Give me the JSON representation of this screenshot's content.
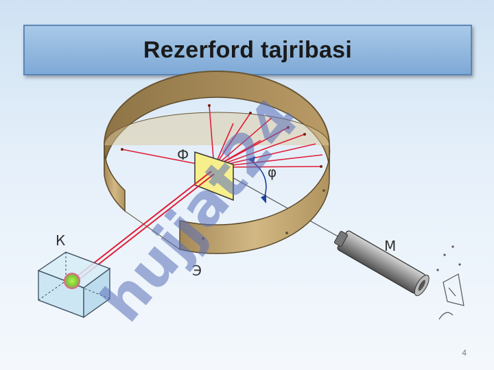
{
  "slide": {
    "title": "Rezerford tajribasi",
    "page_number": "4"
  },
  "diagram": {
    "labels": {
      "source": "К",
      "foil": "Ф",
      "angle": "φ",
      "microscope": "М",
      "screen": "Э"
    },
    "watermark_text": "hujjat24",
    "colors": {
      "ring": "#c9ad78",
      "ray": "#e01e37",
      "foil": "#f6ef8c",
      "microscope": "#8a8a8a",
      "title_bar": "#8fb5de"
    }
  }
}
